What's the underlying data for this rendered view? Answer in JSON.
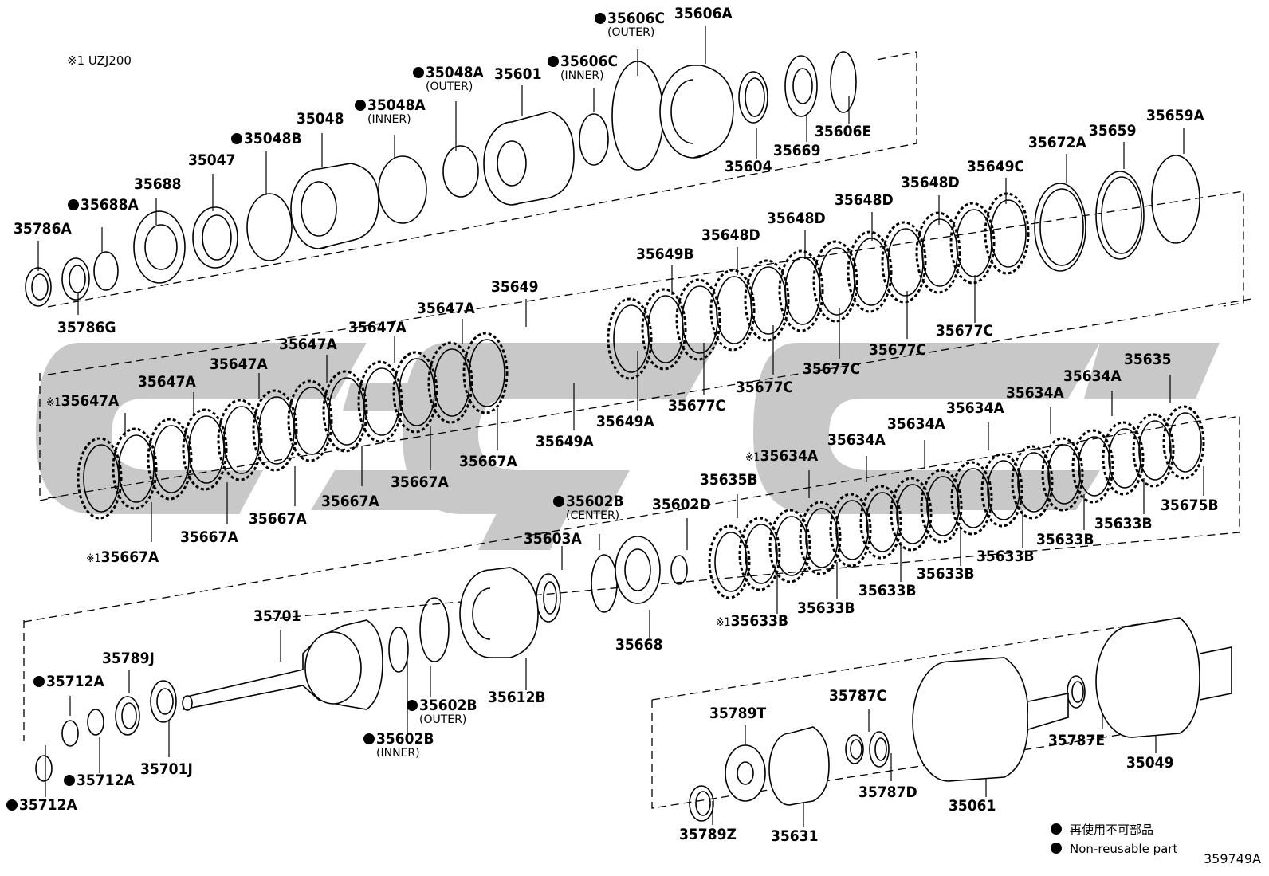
{
  "header": {
    "note": "※1 UZJ200"
  },
  "footer": {
    "code": "359749A"
  },
  "legend": {
    "jp": "再使用不可部品",
    "en": "Non-reusable part"
  },
  "parts": [
    {
      "id": "35786A",
      "text": "35786A"
    },
    {
      "id": "35786G",
      "text": "35786G"
    },
    {
      "id": "35688A",
      "text": "35688A",
      "nr": true
    },
    {
      "id": "35688",
      "text": "35688"
    },
    {
      "id": "35047",
      "text": "35047"
    },
    {
      "id": "35048B",
      "text": "35048B",
      "nr": true
    },
    {
      "id": "35048",
      "text": "35048"
    },
    {
      "id": "35048A-inner",
      "text": "35048A",
      "nr": true,
      "sub": "(INNER)"
    },
    {
      "id": "35048A-outer",
      "text": "35048A",
      "nr": true,
      "sub": "(OUTER)"
    },
    {
      "id": "35601",
      "text": "35601"
    },
    {
      "id": "35606C-inner",
      "text": "35606C",
      "nr": true,
      "sub": "(INNER)"
    },
    {
      "id": "35606C-outer",
      "text": "35606C",
      "nr": true,
      "sub": "(OUTER)"
    },
    {
      "id": "35606A",
      "text": "35606A"
    },
    {
      "id": "35604",
      "text": "35604"
    },
    {
      "id": "35669",
      "text": "35669"
    },
    {
      "id": "35606E",
      "text": "35606E"
    },
    {
      "id": "35672A",
      "text": "35672A"
    },
    {
      "id": "35659",
      "text": "35659"
    },
    {
      "id": "35659A",
      "text": "35659A"
    },
    {
      "id": "35649C",
      "text": "35649C"
    },
    {
      "id": "35648D-1",
      "text": "35648D"
    },
    {
      "id": "35648D-2",
      "text": "35648D"
    },
    {
      "id": "35648D-3",
      "text": "35648D"
    },
    {
      "id": "35648D-4",
      "text": "35648D"
    },
    {
      "id": "35649B",
      "text": "35649B"
    },
    {
      "id": "35677C-1",
      "text": "35677C"
    },
    {
      "id": "35677C-2",
      "text": "35677C"
    },
    {
      "id": "35677C-3",
      "text": "35677C"
    },
    {
      "id": "35677C-4",
      "text": "35677C"
    },
    {
      "id": "35677C-5",
      "text": "35677C"
    },
    {
      "id": "35649",
      "text": "35649"
    },
    {
      "id": "35649A-1",
      "text": "35649A"
    },
    {
      "id": "35649A-2",
      "text": "35649A"
    },
    {
      "id": "35647A-1",
      "text": "35647A",
      "star": true
    },
    {
      "id": "35647A-2",
      "text": "35647A"
    },
    {
      "id": "35647A-3",
      "text": "35647A"
    },
    {
      "id": "35647A-4",
      "text": "35647A"
    },
    {
      "id": "35647A-5",
      "text": "35647A"
    },
    {
      "id": "35647A-6",
      "text": "35647A"
    },
    {
      "id": "35667A-1",
      "text": "35667A",
      "star": true
    },
    {
      "id": "35667A-2",
      "text": "35667A"
    },
    {
      "id": "35667A-3",
      "text": "35667A"
    },
    {
      "id": "35667A-4",
      "text": "35667A"
    },
    {
      "id": "35667A-5",
      "text": "35667A"
    },
    {
      "id": "35667A-6",
      "text": "35667A"
    },
    {
      "id": "35635",
      "text": "35635"
    },
    {
      "id": "35675B",
      "text": "35675B"
    },
    {
      "id": "35634A-1",
      "text": "35634A"
    },
    {
      "id": "35634A-2",
      "text": "35634A"
    },
    {
      "id": "35634A-3",
      "text": "35634A"
    },
    {
      "id": "35634A-4",
      "text": "35634A"
    },
    {
      "id": "35634A-5",
      "text": "35634A"
    },
    {
      "id": "35634A-6",
      "text": "35634A",
      "star": true
    },
    {
      "id": "35633B-1",
      "text": "35633B"
    },
    {
      "id": "35633B-2",
      "text": "35633B"
    },
    {
      "id": "35633B-3",
      "text": "35633B"
    },
    {
      "id": "35633B-4",
      "text": "35633B"
    },
    {
      "id": "35633B-5",
      "text": "35633B"
    },
    {
      "id": "35633B-6",
      "text": "35633B"
    },
    {
      "id": "35633B-7",
      "text": "35633B",
      "star": true
    },
    {
      "id": "35635B",
      "text": "35635B"
    },
    {
      "id": "35602D",
      "text": "35602D"
    },
    {
      "id": "35602B-center",
      "text": "35602B",
      "nr": true,
      "sub": "(CENTER)"
    },
    {
      "id": "35603A",
      "text": "35603A"
    },
    {
      "id": "35668",
      "text": "35668"
    },
    {
      "id": "35612B",
      "text": "35612B"
    },
    {
      "id": "35602B-outer",
      "text": "35602B",
      "nr": true,
      "sub": "(OUTER)"
    },
    {
      "id": "35602B-inner",
      "text": "35602B",
      "nr": true,
      "sub": "(INNER)"
    },
    {
      "id": "35701",
      "text": "35701"
    },
    {
      "id": "35701J",
      "text": "35701J"
    },
    {
      "id": "35789J",
      "text": "35789J"
    },
    {
      "id": "35712A-1",
      "text": "35712A",
      "nr": true
    },
    {
      "id": "35712A-2",
      "text": "35712A",
      "nr": true
    },
    {
      "id": "35712A-3",
      "text": "35712A",
      "nr": true
    },
    {
      "id": "35789T",
      "text": "35789T"
    },
    {
      "id": "35789Z",
      "text": "35789Z"
    },
    {
      "id": "35631",
      "text": "35631"
    },
    {
      "id": "35787C",
      "text": "35787C"
    },
    {
      "id": "35787D",
      "text": "35787D"
    },
    {
      "id": "35061",
      "text": "35061"
    },
    {
      "id": "35787E",
      "text": "35787E"
    },
    {
      "id": "35049",
      "text": "35049"
    }
  ]
}
